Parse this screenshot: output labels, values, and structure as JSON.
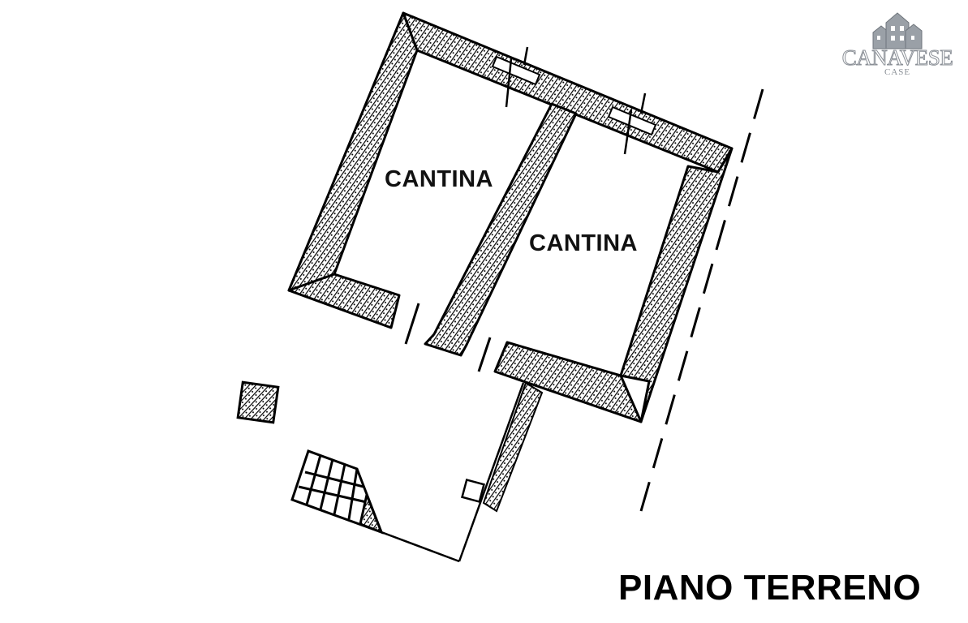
{
  "floor_plan": {
    "rooms": [
      {
        "label": "CANTINA"
      },
      {
        "label": "CANTINA"
      }
    ],
    "title": "PIANO TERRENO"
  },
  "logo": {
    "brand": "CANAVESE",
    "sub": "CASE",
    "icon": "houses-icon",
    "color": "#8a8f96"
  }
}
